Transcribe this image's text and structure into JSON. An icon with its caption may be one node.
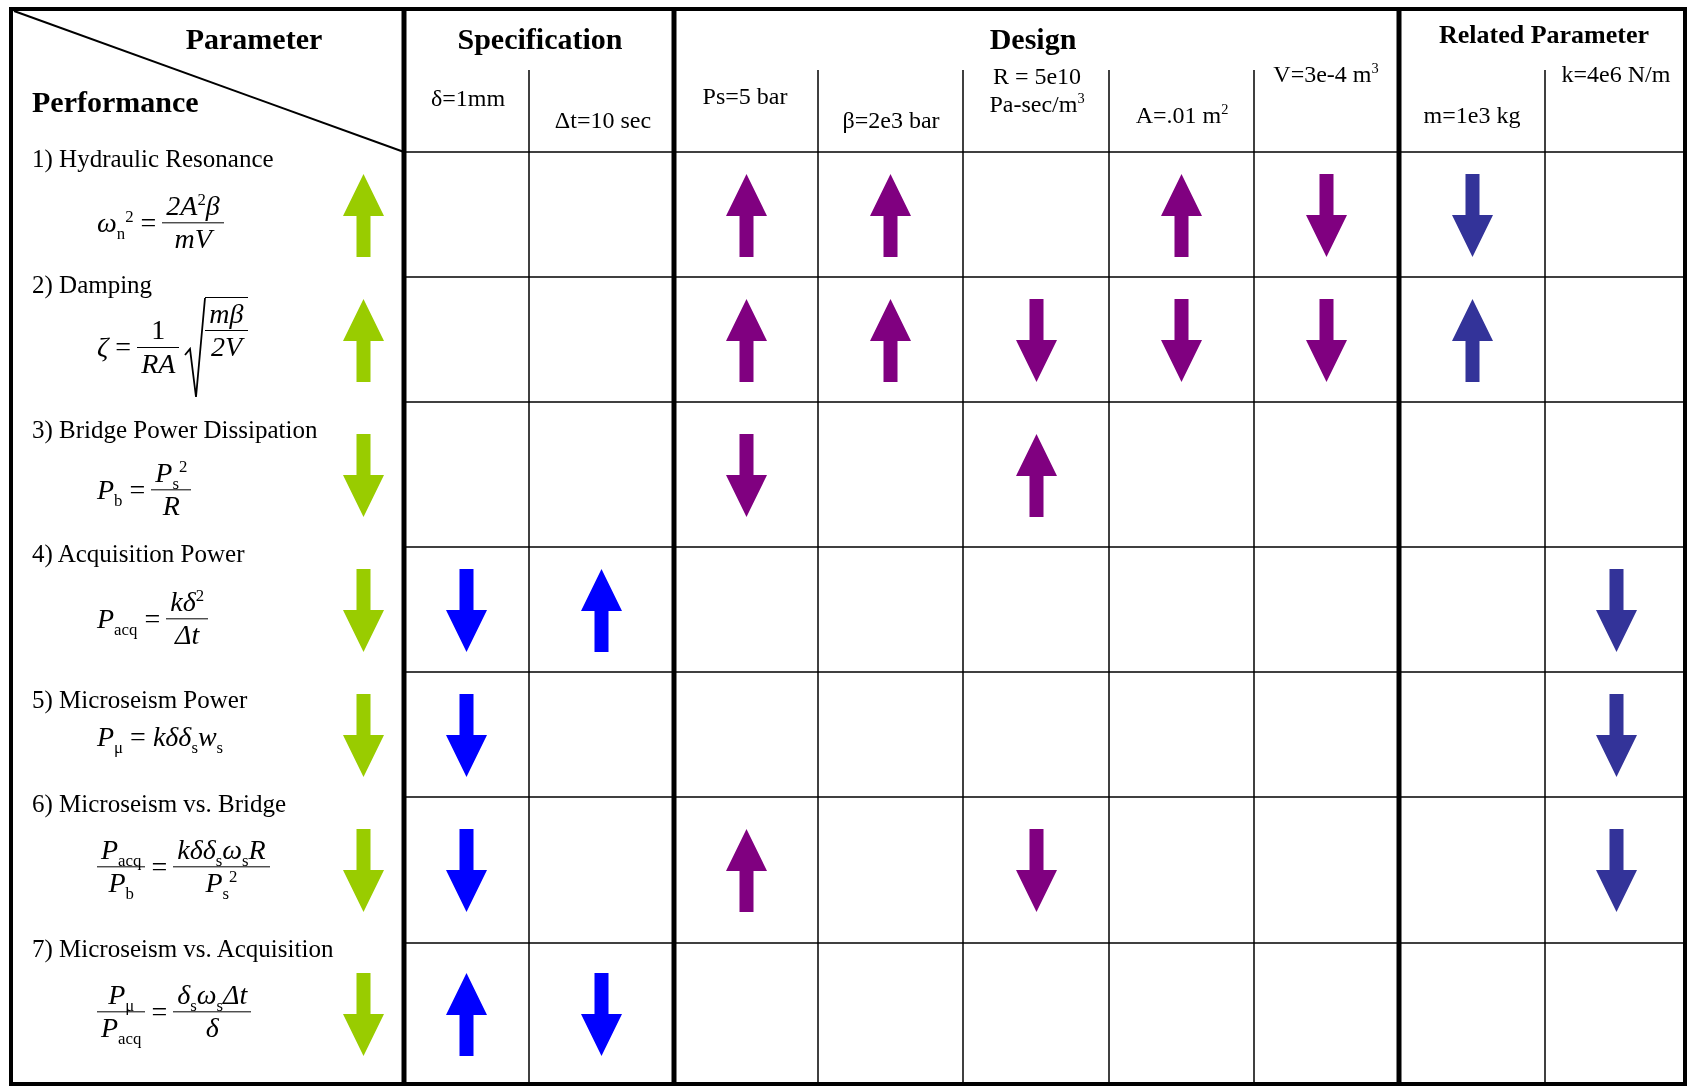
{
  "diagram": {
    "nodes": [
      {
        "text": [],
        "shape": "up-arrow"
      },
      {
        "text": [],
        "shape": "up-arrow"
      },
      {
        "text": [],
        "shape": "up-arrow"
      },
      {
        "text": [],
        "shape": "up-arrow"
      },
      {
        "text": [],
        "shape": "down-arrow"
      },
      {
        "text": [],
        "shape": "down-arrow"
      },
      {
        "text": [],
        "shape": "up-arrow"
      },
      {
        "text": [],
        "shape": "up-arrow"
      },
      {
        "text": [],
        "shape": "up-arrow"
      },
      {
        "text": [],
        "shape": "down-arrow"
      },
      {
        "text": [],
        "shape": "down-arrow"
      },
      {
        "text": [],
        "shape": "down-arrow"
      },
      {
        "text": [],
        "shape": "up-arrow"
      },
      {
        "text": [],
        "shape": "down-arrow"
      },
      {
        "text": [],
        "shape": "down-arrow"
      },
      {
        "text": [],
        "shape": "up-arrow"
      },
      {
        "text": [],
        "shape": "down-arrow"
      },
      {
        "text": [],
        "shape": "down-arrow"
      },
      {
        "text": [],
        "shape": "up-arrow"
      },
      {
        "text": [],
        "shape": "down-arrow"
      },
      {
        "text": [],
        "shape": "down-arrow"
      },
      {
        "text": [],
        "shape": "down-arrow"
      },
      {
        "text": [],
        "shape": "down-arrow"
      },
      {
        "text": [],
        "shape": "down-arrow"
      },
      {
        "text": [],
        "shape": "down-arrow"
      },
      {
        "text": [],
        "shape": "up-arrow"
      },
      {
        "text": [],
        "shape": "down-arrow"
      },
      {
        "text": [],
        "shape": "down-arrow"
      },
      {
        "text": [],
        "shape": "down-arrow"
      },
      {
        "text": [],
        "shape": "up-arrow"
      },
      {
        "text": [],
        "shape": "down-arrow"
      }
    ],
    "labels": [
      "Parameter",
      "Specification",
      "Design",
      "Related Parameter",
      "Performance",
      "δ=1mm",
      "Δt=10 sec",
      "Ps=5 bar",
      "β=2e3 bar",
      "R = 5e10 Pa-sec/m$^{3}$",
      "A=.01 m$^{2}$",
      "V=3e-4 m$^{3}$",
      "m=1e3 kg",
      "k=4e6 N/m",
      "1) Hydraulic Resonance",
      "*ω*$_{n}$$^{2}$ =",
      "*2A*$^{2}$*β*",
      "*mV*",
      "2) Damping",
      "*ζ* =",
      "1",
      "*RA*",
      "*mβ*",
      "*2V*",
      "3) Bridge Power Dissipation",
      "*P*$_{b}$ =",
      "*P*$_{s}$$^{2}$",
      "*R*",
      "4) Acquisition Power",
      "*P*$_{acq}$ =",
      "*kδ*$^{2}$",
      "*Δt*",
      "5) Microseism Power",
      "*P*$_{μ}$ = *kδδ*$_{s}$*w*$_{s}$",
      "6) Microseism vs. Bridge",
      "*P*$_{acq}$",
      "*P*$_{b}$",
      "=",
      "*kδδ*$_{s}$*ω*$_{s}$*R*",
      "*P*$_{s}$$^{2}$",
      "7) Microseism vs. Acquisition",
      "*P*$_{μ}$",
      "*P*$_{acq}$",
      "=",
      "*δ*$_{s}$*ω*$_{s}$*Δt*",
      "*δ*"
    ]
  }
}
